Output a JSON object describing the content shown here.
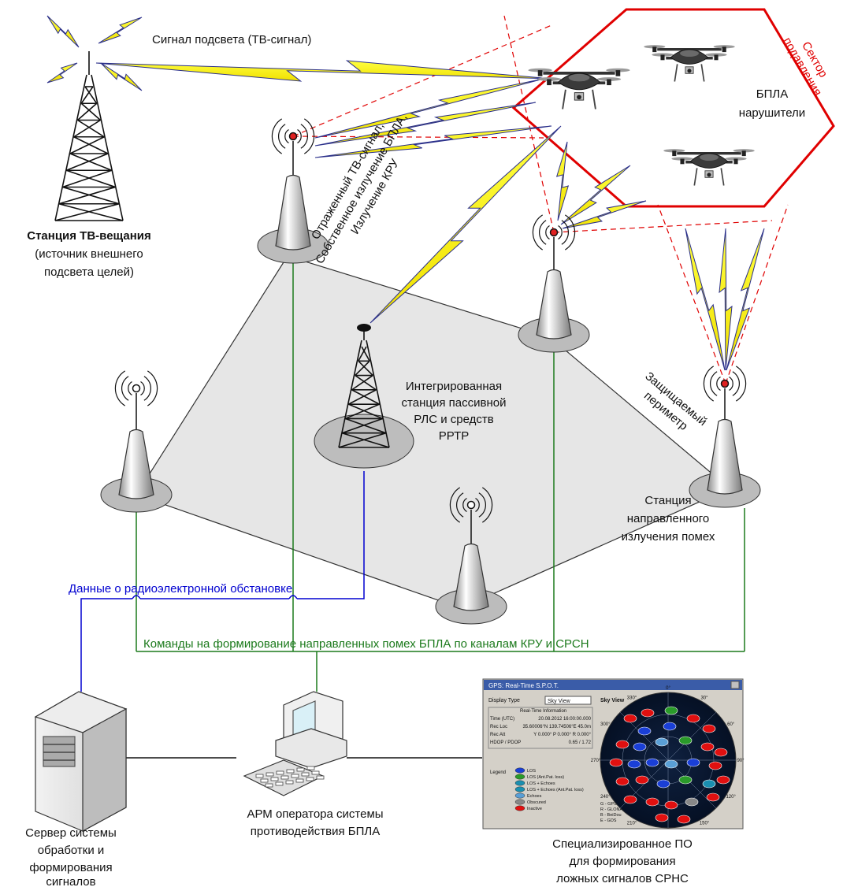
{
  "tv_signal_label": "Сигнал подсвета (ТВ-сигнал)",
  "tv_station": {
    "title": "Станция ТВ-вещания",
    "subtitle_lines": [
      "(источник внешнего",
      "подсвета целей)"
    ]
  },
  "sector_label_lines": [
    "Сектор",
    "подавления"
  ],
  "uav_label_lines": [
    "БПЛА",
    "нарушители"
  ],
  "reflected_lines": [
    "Отраженный ТВ-сигнал,",
    "Собственное излучение БПЛА,",
    "Излучение КРУ"
  ],
  "integrated_station_lines": [
    "Интегрированная",
    "станция пассивной",
    "РЛС и средств",
    "РРТР"
  ],
  "perimeter_lines": [
    "Защищаемый",
    "периметр"
  ],
  "jammer_station_lines": [
    "Станция",
    "направленного",
    "излучения помех"
  ],
  "data_label": "Данные о радиоэлектронной обстановке",
  "commands_label": "Команды на формирование направленных помех БПЛА по каналам КРУ и СРСН",
  "server_lines": [
    "Сервер системы",
    "обработки и",
    "формирования",
    "сигналов"
  ],
  "arm_lines": [
    "АРМ оператора системы",
    "противодействия БПЛА"
  ],
  "software_lines": [
    "Специализированное ПО",
    "для формирования",
    "ложных сигналов СРНС"
  ],
  "gps_window": {
    "title": "GPS: Real-Time S.P.O.T.",
    "display_type_label": "Display Type",
    "display_type_value": "Sky View",
    "sky_view_label": "Sky View",
    "info_header": "Real-Time Information",
    "rows": [
      {
        "k": "Time (UTC)",
        "v": "20.08.2012 16:00:00.000"
      },
      {
        "k": "Rec Loc",
        "v": "35.60006°N 139.74506°E 45.0m"
      },
      {
        "k": "Rec Att",
        "v": "Y 0.000° P 0.000° R 0.000°"
      },
      {
        "k": "HDOP / PDOP",
        "v": "0.65 / 1.72"
      }
    ],
    "legend_title": "Legend",
    "legend": [
      "LOS",
      "LOS (Ant.Pat. loss)",
      "LOS + Echoes",
      "LOS + Echoes (Ant.Pat. loss)",
      "Echoes",
      "Obscured",
      "Inactive"
    ],
    "legend_colors": [
      "#1a3fd6",
      "#2a9a2a",
      "#1a8fb0",
      "#1a8fb0",
      "#5a9fd6",
      "#888888",
      "#e01010"
    ],
    "systems": [
      "G - GPS",
      "R - GLONASS",
      "B - BeiDou",
      "E - GDS"
    ],
    "compass": [
      "0°",
      "30°",
      "330°",
      "300°",
      "60°",
      "270°",
      "90°",
      "240°",
      "120°",
      "210°",
      "150°"
    ]
  }
}
